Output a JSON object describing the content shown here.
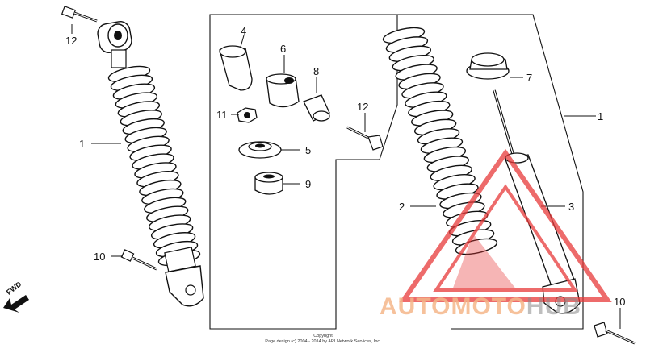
{
  "callouts": {
    "c1_left": "1",
    "c12_left": "12",
    "c10": "10",
    "c4": "4",
    "c6": "6",
    "c8": "8",
    "c11": "11",
    "c5": "5",
    "c9": "9",
    "c12_mid": "12",
    "c7": "7",
    "c1_right": "1",
    "c2": "2",
    "c3": "3",
    "c10_right": "10"
  },
  "fwd_label": "FWD",
  "copyright_line1": "Copyright",
  "copyright_line2": "Page design (c) 2004 - 2014 by ARI Network Services, Inc.",
  "watermark": {
    "part1": "AUTOMOTO",
    "part2": "HUB",
    "color_primary": "#f0a070",
    "color_secondary": "#777777"
  },
  "colors": {
    "line": "#111111",
    "watermark_triangle": "#e83a3a"
  }
}
